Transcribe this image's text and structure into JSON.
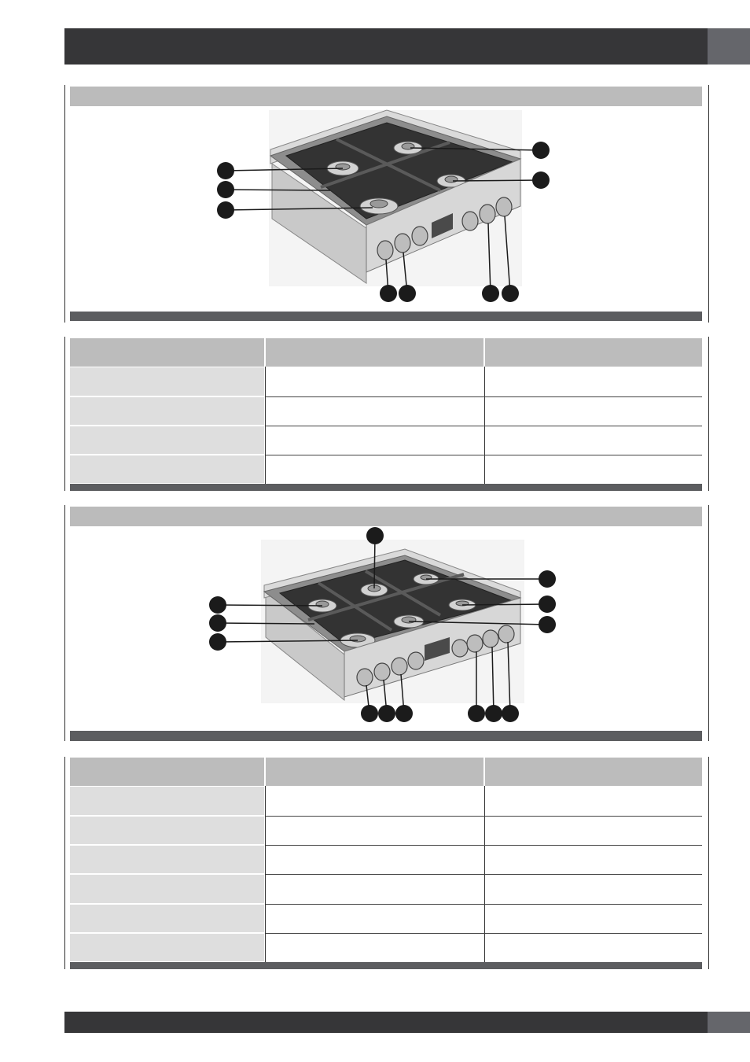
{
  "colors": {
    "header_bar": "#363638",
    "header_tab": "#65666b",
    "section_title_band": "#bbbbbb",
    "section_footer_band": "#5c5d60",
    "table_header": "#bcbcbc",
    "table_label_cell": "#dedede",
    "callout_marker": "#1b1b1b"
  },
  "page": {
    "header_text": "",
    "footer_text": "",
    "page_number": ""
  },
  "section_1": {
    "title": "",
    "figure": {
      "icon": "four-burner-rangetop-illustration",
      "callout_count": 9
    },
    "table": {
      "headers": [
        "",
        "",
        ""
      ],
      "rows": [
        [
          "",
          "",
          ""
        ],
        [
          "",
          "",
          ""
        ],
        [
          "",
          "",
          ""
        ],
        [
          "",
          "",
          ""
        ]
      ]
    }
  },
  "section_2": {
    "title": "",
    "figure": {
      "icon": "six-burner-rangetop-illustration",
      "callout_count": 13
    },
    "table": {
      "headers": [
        "",
        "",
        ""
      ],
      "rows": [
        [
          "",
          "",
          ""
        ],
        [
          "",
          "",
          ""
        ],
        [
          "",
          "",
          ""
        ],
        [
          "",
          "",
          ""
        ],
        [
          "",
          "",
          ""
        ],
        [
          "",
          "",
          ""
        ]
      ]
    }
  }
}
